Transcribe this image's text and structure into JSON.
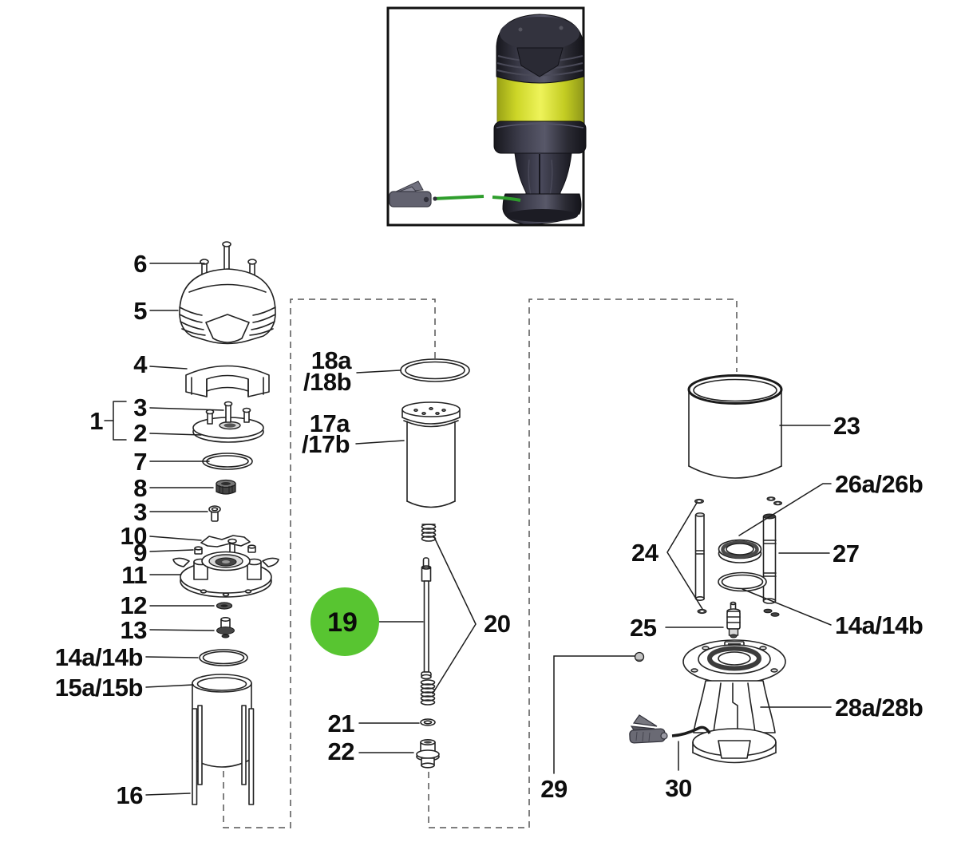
{
  "diagram": {
    "type": "exploded-parts-diagram",
    "highlighted_part": "19",
    "colors": {
      "highlight": "#58c531",
      "line": "#222222",
      "dash_outline": "#555555",
      "product_body_yellow": "#dde432",
      "product_housing_dark": "#2b2b36",
      "cable_green": "#2f9e2d"
    },
    "labels": {
      "n6": "6",
      "n5": "5",
      "n4": "4",
      "n1": "1",
      "n3_top": "3",
      "n2": "2",
      "n7": "7",
      "n8": "8",
      "n3_mid": "3",
      "n10": "10",
      "n9": "9",
      "n11": "11",
      "n12": "12",
      "n13": "13",
      "n14_left": "14a/14b",
      "n15": "15a/15b",
      "n16": "16",
      "n18a": "18a",
      "n18b": "/18b",
      "n17a": "17a",
      "n17b": "/17b",
      "n19": "19",
      "n20": "20",
      "n21": "21",
      "n22": "22",
      "n23": "23",
      "n26": "26a/26b",
      "n24": "24",
      "n27": "27",
      "n25": "25",
      "n14_right": "14a/14b",
      "n28": "28a/28b",
      "n29": "29",
      "n30": "30"
    }
  }
}
